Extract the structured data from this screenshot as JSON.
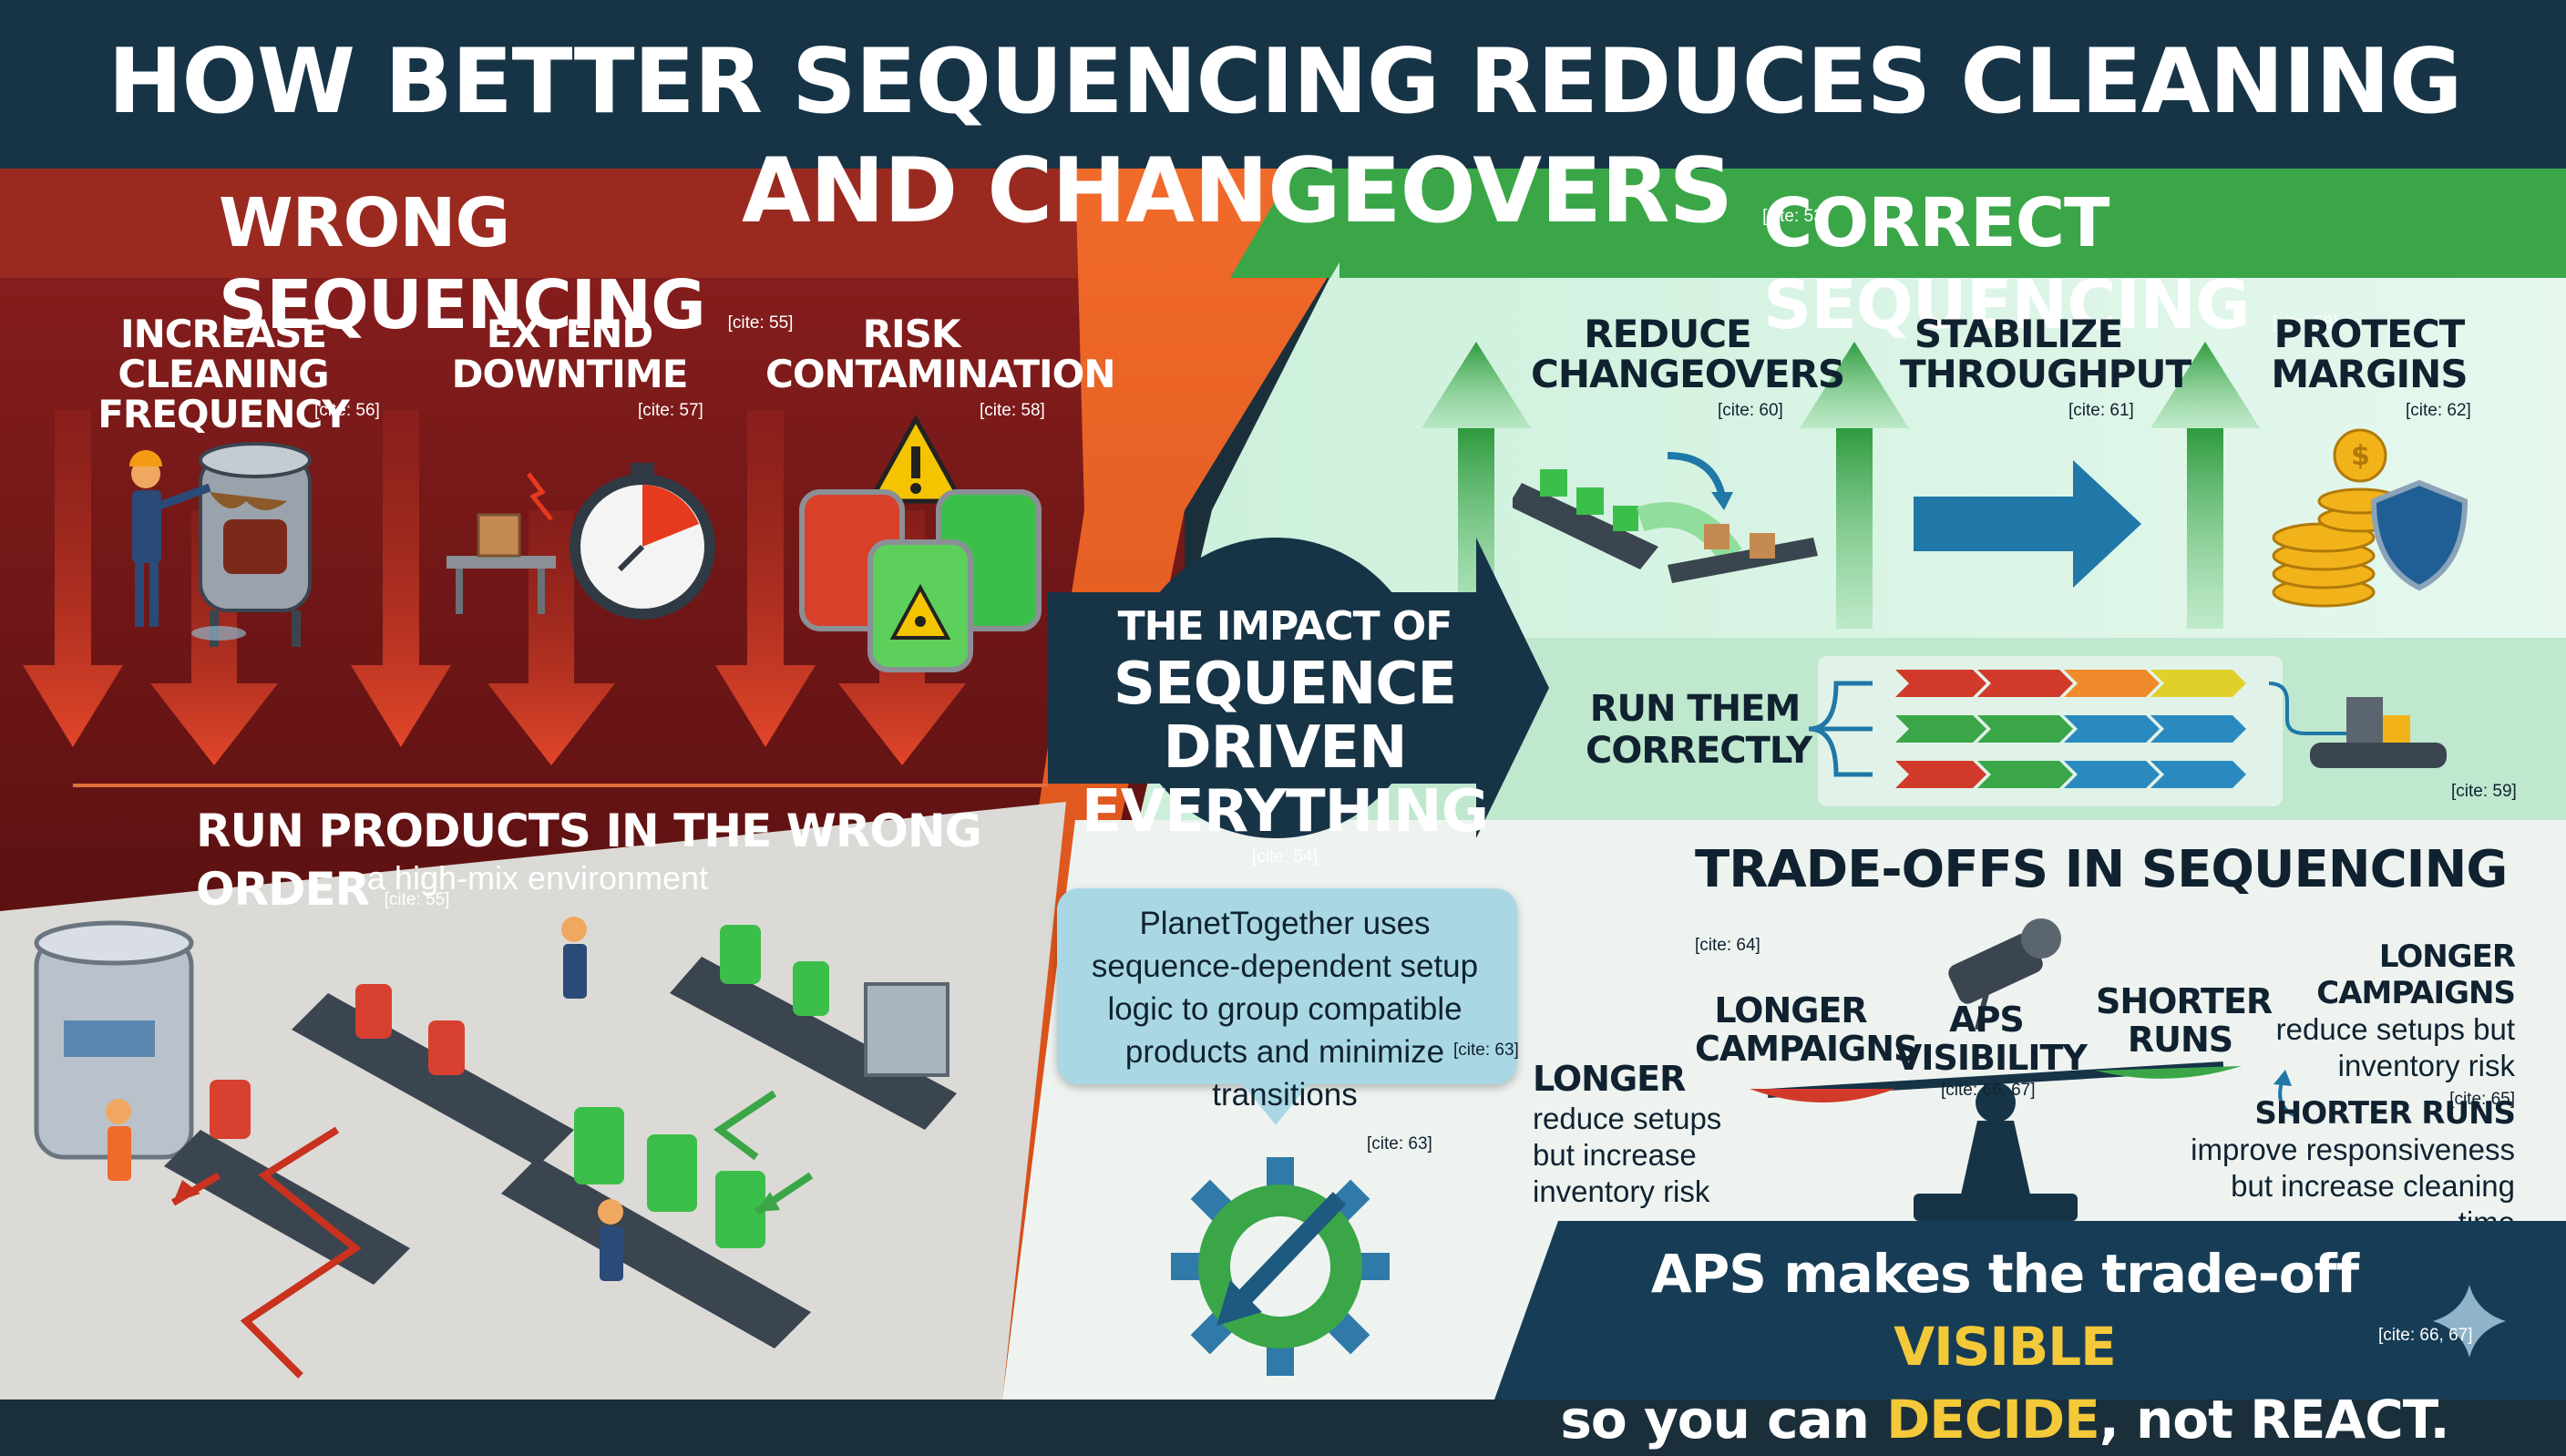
{
  "title": {
    "text": "HOW BETTER SEQUENCING REDUCES CLEANING AND CHANGEOVERS",
    "cite": "[cite: 53]"
  },
  "wrong": {
    "heading": "WRONG SEQUENCING",
    "cite": "[cite: 55]",
    "effects": [
      {
        "label": "INCREASE CLEANING FREQUENCY",
        "cite": "[cite: 56]"
      },
      {
        "label": "EXTEND DOWNTIME",
        "cite": "[cite: 57]"
      },
      {
        "label": "RISK CONTAMINATION",
        "cite": "[cite: 58]"
      }
    ],
    "order_heading": "RUN PRODUCTS IN THE WRONG ORDER",
    "order_cite": "[cite: 55]",
    "order_sub": "a high-mix environment"
  },
  "center": {
    "line1": "THE IMPACT OF",
    "line2": "SEQUENCE DRIVEN",
    "line3": "EVERYTHING",
    "cite": "[cite: 54]",
    "callout": "PlanetTogether uses sequence-dependent setup logic to group compatible products and minimize transitions",
    "callout_cite": "[cite: 63]",
    "gear_cite": "[cite: 63]"
  },
  "correct": {
    "heading": "CORRECT SEQUENCING",
    "cite": "[cite: 58]",
    "benefits": [
      {
        "label": "REDUCE CHANGEOVERS",
        "cite": "[cite: 60]"
      },
      {
        "label": "STABILIZE THROUGHPUT",
        "cite": "[cite: 61]"
      },
      {
        "label": "PROTECT MARGINS",
        "cite": "[cite: 62]"
      }
    ],
    "run_label": "RUN THEM CORRECTLY",
    "run_cite": "[cite: 59]"
  },
  "tradeoffs": {
    "heading": "TRADE-OFFS IN SEQUENCING",
    "cite": "[cite: 64]",
    "left_title": "LONGER",
    "left_body": "reduce setups but increase inventory risk",
    "pan_left": "LONGER CAMPAIGNS",
    "aps": "APS VISIBILITY",
    "aps_cite": "[cite: 66, 67]",
    "pan_right": "SHORTER RUNS",
    "tr_title": "LONGER CAMPAIGNS",
    "tr_body": "reduce setups but inventory risk",
    "tr_cite": "[cite: 65]",
    "br_title": "SHORTER RUNS",
    "br_body": "improve responsiveness but increase cleaning time"
  },
  "footer": {
    "p1": "APS makes the trade-off ",
    "hl1": "VISIBLE",
    "p2": "so you can ",
    "hl2": "DECIDE",
    "p3": ", not REACT.",
    "cite": "[cite: 66, 67]"
  },
  "colors": {
    "wrong": "#7a1a1a",
    "correct": "#3daa4a",
    "navy": "#173d56",
    "highlight": "#f3c93a"
  }
}
